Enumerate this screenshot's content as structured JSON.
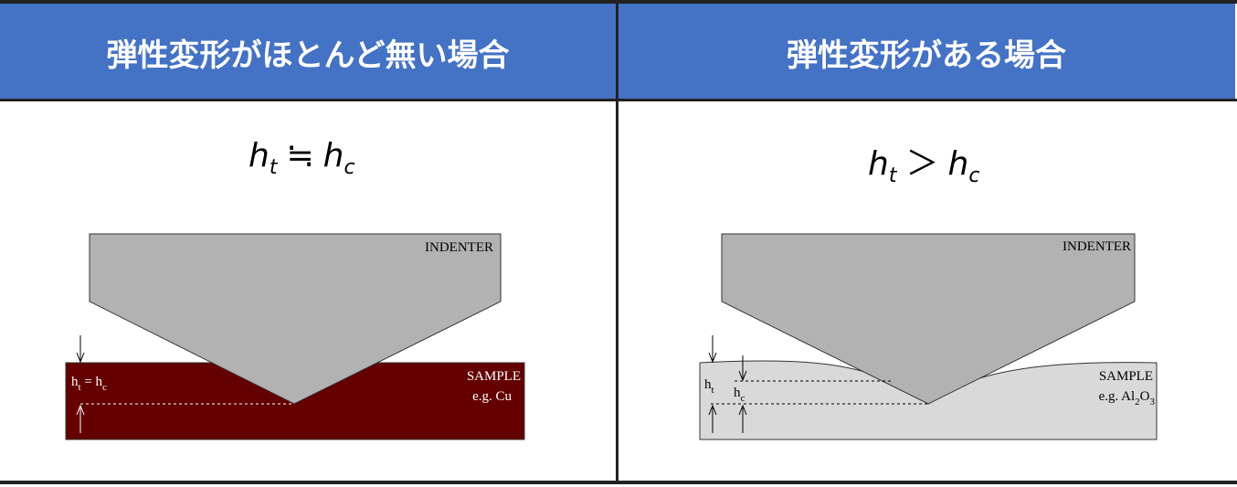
{
  "headers": {
    "left": "弾性変形がほとんど無い場合",
    "right": "弾性変形がある場合"
  },
  "formulas": {
    "left": {
      "lhs": "h",
      "lhs_sub": "t",
      "relation": "≒",
      "rhs": "h",
      "rhs_sub": "c"
    },
    "right": {
      "lhs": "h",
      "lhs_sub": "t",
      "relation": "＞",
      "rhs": "h",
      "rhs_sub": "c"
    }
  },
  "left_diagram": {
    "indenter_label": "INDENTER",
    "sample_label": "SAMPLE",
    "sample_example": "e.g. Cu",
    "depth_label_main": "h",
    "depth_label_sub_t": "t",
    "depth_label_eq": " = h",
    "depth_label_sub_c": "c",
    "sample_color": "#650000",
    "indenter_color": "#b2b2b2"
  },
  "right_diagram": {
    "indenter_label": "INDENTER",
    "sample_label": "SAMPLE",
    "sample_example_prefix": "e.g. Al",
    "sample_example_sub1": "2",
    "sample_example_mid": "O",
    "sample_example_sub2": "3",
    "ht_main": "h",
    "ht_sub": "t",
    "hc_main": "h",
    "hc_sub": "c",
    "sample_color": "#d9d9d9",
    "indenter_color": "#b2b2b2"
  },
  "colors": {
    "header_bg": "#4472c4",
    "header_text": "#ffffff",
    "rule": "#222222"
  }
}
